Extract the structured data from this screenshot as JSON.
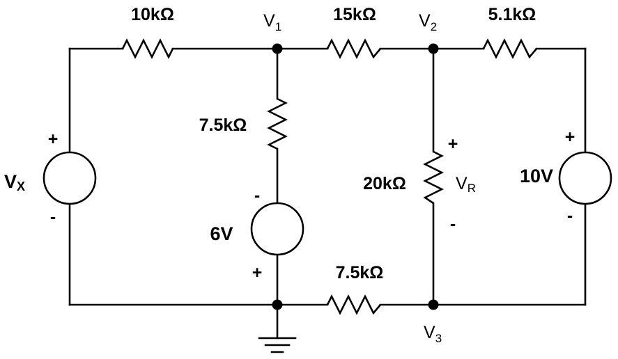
{
  "components": {
    "r_top_left": {
      "label": "10kΩ"
    },
    "r_top_mid": {
      "label": "15kΩ"
    },
    "r_top_right": {
      "label": "5.1kΩ"
    },
    "r_v1_branch": {
      "label": "7.5kΩ"
    },
    "r_vr": {
      "label": "20kΩ"
    },
    "r_bottom": {
      "label": "7.5kΩ"
    }
  },
  "sources": {
    "vx": {
      "name": "V",
      "subscript": "X",
      "plus": "+",
      "minus": "-"
    },
    "v6": {
      "label": "6V",
      "plus": "+",
      "minus": "-"
    },
    "v10": {
      "label": "10V",
      "plus": "+",
      "minus": "-"
    }
  },
  "nodes": {
    "v1": {
      "name": "V",
      "subscript": "1"
    },
    "v2": {
      "name": "V",
      "subscript": "2"
    },
    "v3": {
      "name": "V",
      "subscript": "3"
    }
  },
  "voltage_vr": {
    "name": "V",
    "subscript": "R",
    "plus": "+",
    "minus": "-"
  }
}
